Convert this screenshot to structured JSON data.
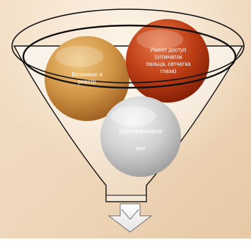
{
  "funnel_diagram": {
    "items": [
      {
        "id": "registry",
        "label": "Включено в\nреестр",
        "color": "#c98a3a"
      },
      {
        "id": "access",
        "label": "Имеет доступ\n(отпечаток\nпальца, сетчатка\nглаза)",
        "color": "#b83a12"
      },
      {
        "id": "identified",
        "label": "Идентифициров\n\nано",
        "color": "#c4c4c4"
      }
    ],
    "output_arrow_icon": "down-arrow-icon",
    "colors": {
      "background": "#f0d9bd",
      "funnel_stroke": "#111111",
      "funnel_fill": "#ffffff"
    }
  }
}
